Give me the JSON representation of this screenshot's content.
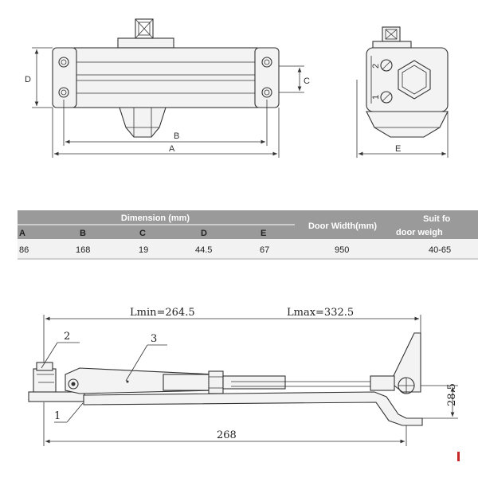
{
  "top_view": {
    "dims": {
      "A": "A",
      "B": "B",
      "C": "C",
      "D": "D",
      "E": "E"
    },
    "side_marks": [
      "2",
      "1"
    ]
  },
  "table": {
    "header_group": "Dimension (mm)",
    "door_width_header": "Door Width(mm)",
    "suit_header_line1": "Suit fo",
    "suit_header_line2": "door weigh",
    "columns": [
      "A",
      "B",
      "C",
      "D",
      "E"
    ],
    "values": [
      "86",
      "168",
      "19",
      "44.5",
      "67"
    ],
    "door_width": "950",
    "door_weight": "40-65",
    "header_color": "#9a9a9a"
  },
  "bottom_view": {
    "lmin": "Lmin=264.5",
    "lmax": "Lmax=332.5",
    "length": "268",
    "height": "28.5",
    "callouts": [
      "1",
      "2",
      "3"
    ]
  }
}
